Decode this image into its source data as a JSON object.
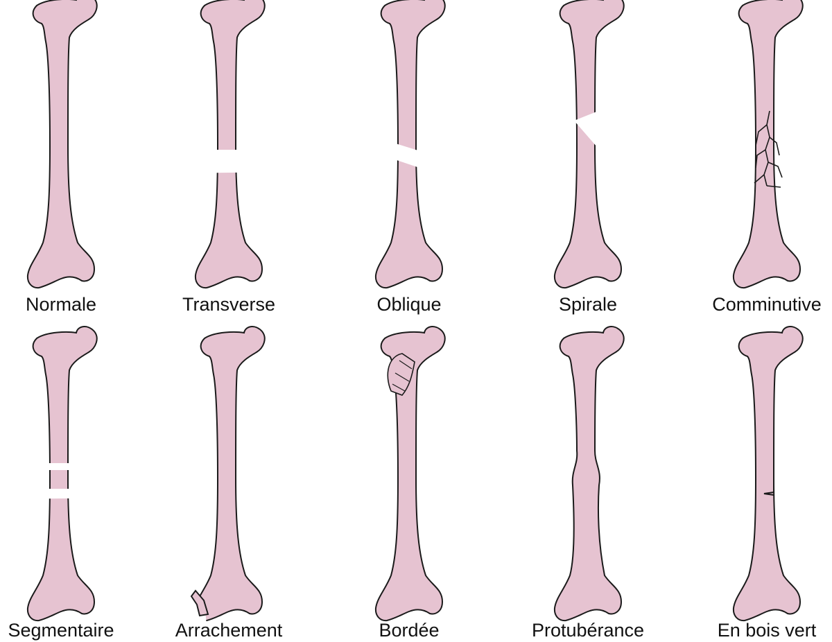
{
  "colors": {
    "bone_fill": "#e6c3d1",
    "outline": "#1a1a1a",
    "background": "#ffffff"
  },
  "rows": [
    {
      "items": [
        {
          "label": "Normale",
          "type": "normal"
        },
        {
          "label": "Transverse",
          "type": "transverse"
        },
        {
          "label": "Oblique",
          "type": "oblique"
        },
        {
          "label": "Spirale",
          "type": "spiral"
        },
        {
          "label": "Comminutive",
          "type": "comminuted"
        }
      ]
    },
    {
      "items": [
        {
          "label": "Segmentaire",
          "type": "segmental"
        },
        {
          "label": "Arrachement",
          "type": "avulsion"
        },
        {
          "label": "Bordée",
          "type": "impacted"
        },
        {
          "label": "Protubérance",
          "type": "buckle"
        },
        {
          "label": "En bois vert",
          "type": "greenstick"
        }
      ]
    }
  ]
}
